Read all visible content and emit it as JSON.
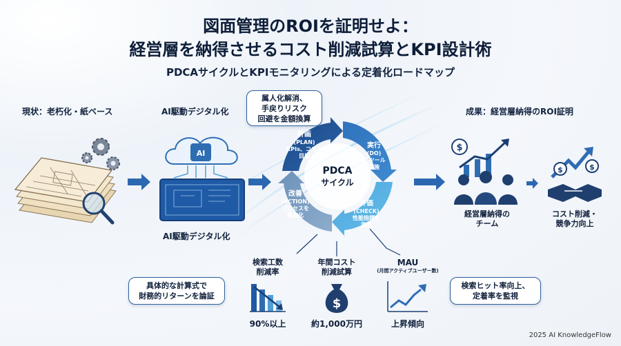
{
  "header": {
    "title_line1": "図面管理のROIを証明せよ：",
    "title_line2": "経営層を納得させるコスト削減試算とKPI設計術",
    "subtitle": "PDCAサイクルとKPIモニタリングによる定着化ロードマップ"
  },
  "sections": {
    "current": "現状：老朽化・紙ベース",
    "ai": "AI駆動デジタル化",
    "ai_caption": "AI駆動デジタル化",
    "result": "成果：経営層納得のROI証明",
    "team_caption_line1": "経営層納得の",
    "team_caption_line2": "チーム",
    "cost_caption_line1": "コスト削減・",
    "cost_caption_line2": "競争力向上",
    "ai_chip_label": "AI"
  },
  "pdca": {
    "center_line1": "PDCA",
    "center_line2": "サイクル",
    "plan": {
      "title": "計画",
      "en": "(PLAN)",
      "desc_line1": "KPIs、コスト",
      "desc_line2": "目標"
    },
    "do": {
      "title": "実行",
      "en": "(DO)",
      "desc_line1": "AIツール",
      "desc_line2": "実施"
    },
    "check": {
      "title": "評価",
      "en": "(CHECK)",
      "desc_line1": "性能指標を",
      "desc_line2": "測量"
    },
    "act": {
      "title": "改善",
      "en": "(ACTION)",
      "desc_line1": "プロセスを",
      "desc_line2": "最適化"
    }
  },
  "callouts": {
    "top_line1": "属人化解消、",
    "top_line2": "手戻りリスク",
    "top_line3": "回避を金額換算",
    "left_line1": "具体的な計算式で",
    "left_line2": "財務的リターンを論証",
    "right_line1": "検索ヒット率向上、",
    "right_line2": "定着率を監視"
  },
  "metrics": [
    {
      "label_line1": "検索工数",
      "label_line2": "削減率",
      "value": "90%以上",
      "icon": "bar-down-icon"
    },
    {
      "label_line1": "年間コスト",
      "label_line2": "削減試算",
      "value": "約1,000万円",
      "icon": "money-bag-icon",
      "symbol": "$"
    },
    {
      "label_line1": "MAU",
      "label_line2": "(月間アクティブユーザー数)",
      "value": "上昇傾向",
      "icon": "line-up-icon"
    }
  ],
  "footer": "2025 AI KnowledgeFlow",
  "colors": {
    "navy": "#1b3f74",
    "blue": "#2f6db3",
    "light_blue": "#4f9fd8",
    "cyan": "#5bb6e6",
    "pale": "#9cc8ec",
    "arrow": "#2c68b0"
  }
}
